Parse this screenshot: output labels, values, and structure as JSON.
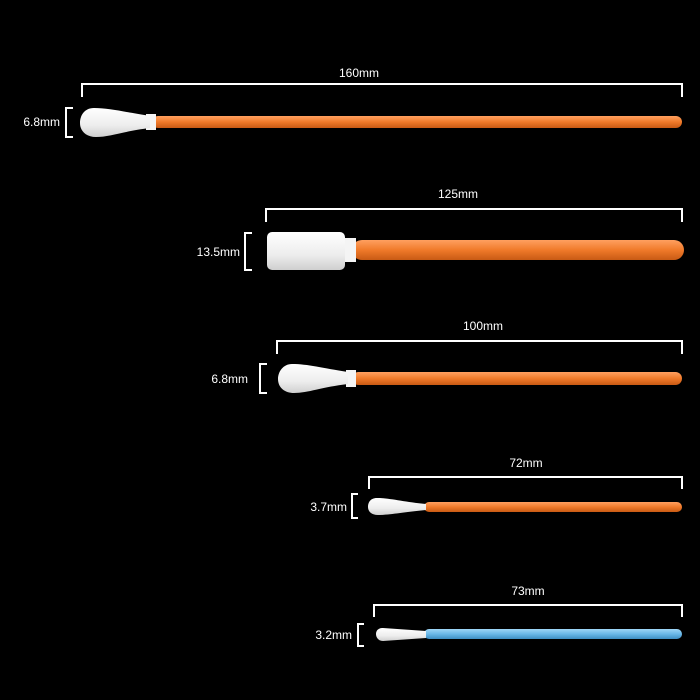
{
  "colors": {
    "background": "#000000",
    "text": "#ffffff",
    "bracket": "#ffffff",
    "tip": "#f2f2f2",
    "handle_orange": "#f07a2a",
    "handle_blue": "#6ab8e8"
  },
  "swabs": [
    {
      "length_label": "160mm",
      "tip_label": "6.8mm",
      "handle_color": "orange"
    },
    {
      "length_label": "125mm",
      "tip_label": "13.5mm",
      "handle_color": "orange"
    },
    {
      "length_label": "100mm",
      "tip_label": "6.8mm",
      "handle_color": "orange"
    },
    {
      "length_label": "72mm",
      "tip_label": "3.7mm",
      "handle_color": "orange"
    },
    {
      "length_label": "73mm",
      "tip_label": "3.2mm",
      "handle_color": "blue"
    }
  ]
}
